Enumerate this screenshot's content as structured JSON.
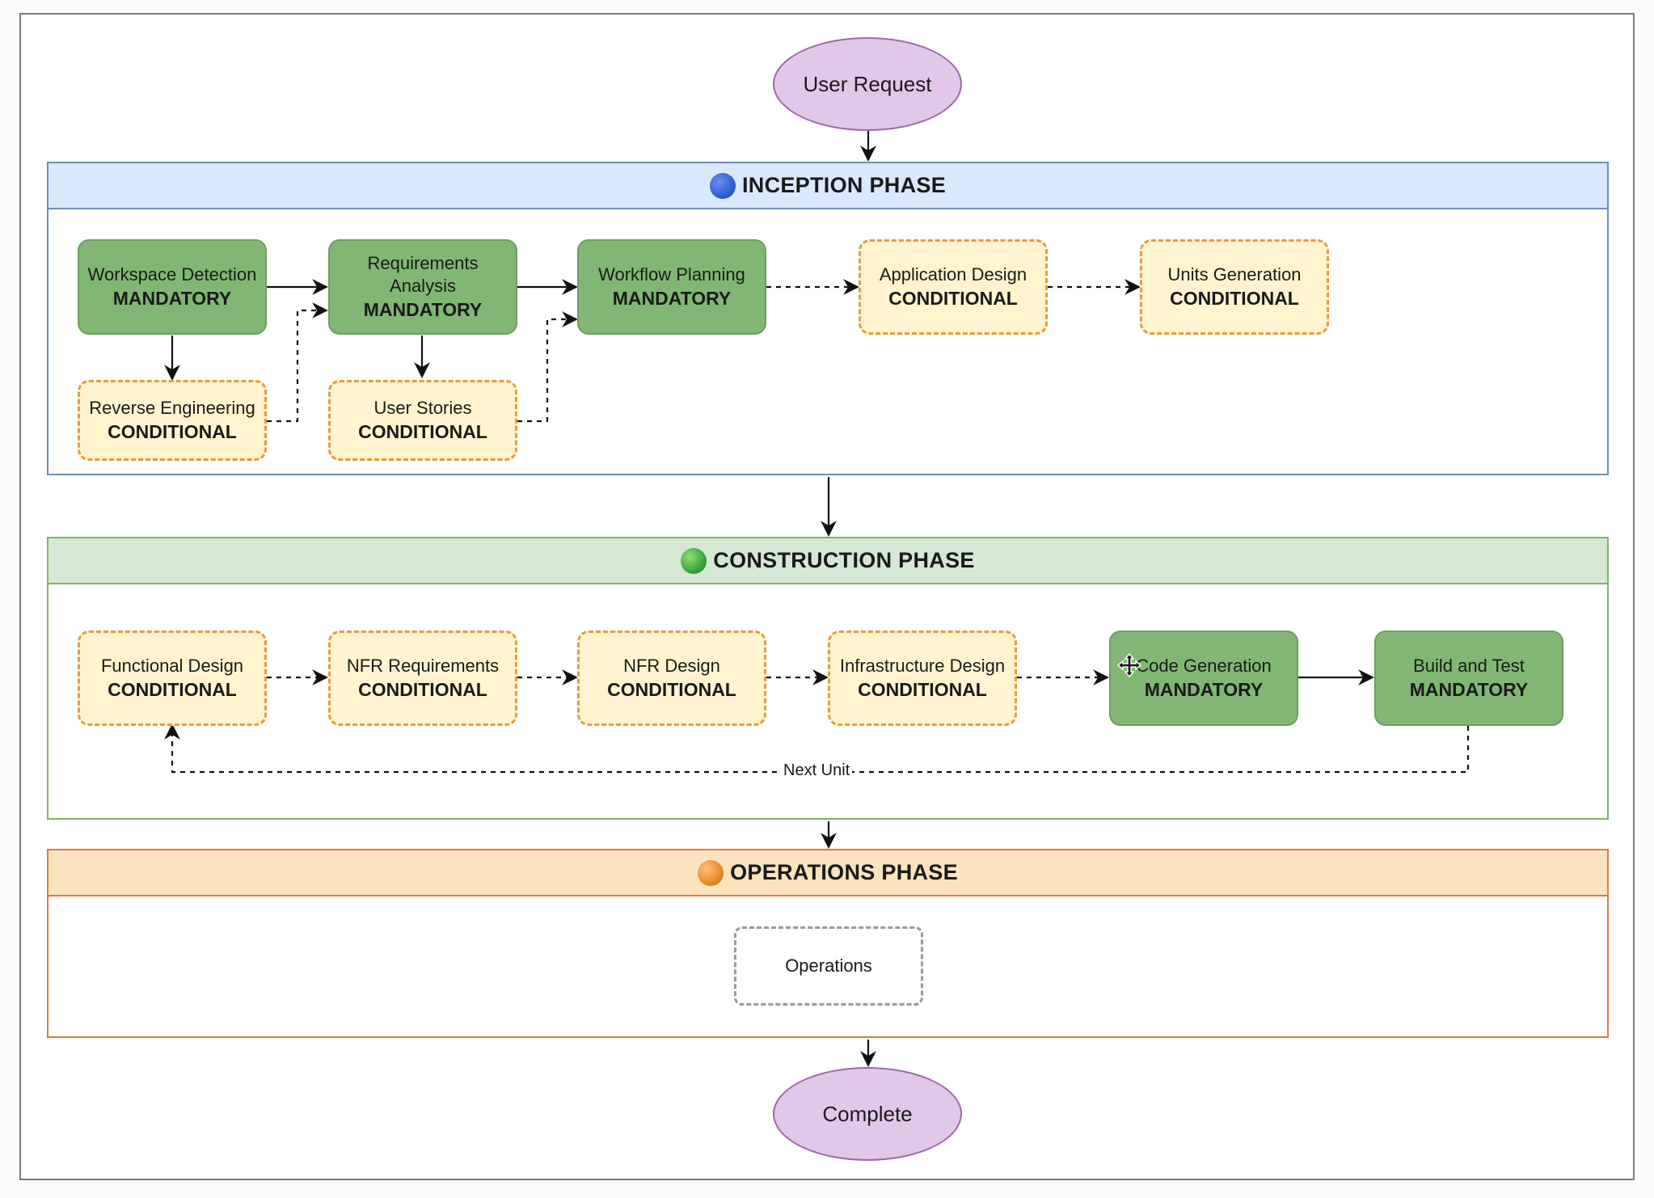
{
  "start": {
    "label": "User Request"
  },
  "end": {
    "label": "Complete"
  },
  "phases": {
    "inception": {
      "title": "INCEPTION PHASE",
      "color": "#2f5fd0"
    },
    "construction": {
      "title": "CONSTRUCTION PHASE",
      "color": "#3aa53a"
    },
    "operations": {
      "title": "OPERATIONS PHASE",
      "color": "#e88a2a"
    }
  },
  "nodes": {
    "workspace_detection": {
      "title": "Workspace Detection",
      "status": "MANDATORY"
    },
    "requirements_analysis": {
      "title": "Requirements Analysis",
      "status": "MANDATORY"
    },
    "workflow_planning": {
      "title": "Workflow Planning",
      "status": "MANDATORY"
    },
    "application_design": {
      "title": "Application Design",
      "status": "CONDITIONAL"
    },
    "units_generation": {
      "title": "Units Generation",
      "status": "CONDITIONAL"
    },
    "reverse_engineering": {
      "title": "Reverse Engineering",
      "status": "CONDITIONAL"
    },
    "user_stories": {
      "title": "User Stories",
      "status": "CONDITIONAL"
    },
    "functional_design": {
      "title": "Functional Design",
      "status": "CONDITIONAL"
    },
    "nfr_requirements": {
      "title": "NFR Requirements",
      "status": "CONDITIONAL"
    },
    "nfr_design": {
      "title": "NFR Design",
      "status": "CONDITIONAL"
    },
    "infrastructure_design": {
      "title": "Infrastructure Design",
      "status": "CONDITIONAL"
    },
    "code_generation": {
      "title": "Code Generation",
      "status": "MANDATORY"
    },
    "build_and_test": {
      "title": "Build and Test",
      "status": "MANDATORY"
    },
    "operations": {
      "title": "Operations"
    }
  },
  "edges": {
    "loop_label": "Next Unit"
  }
}
